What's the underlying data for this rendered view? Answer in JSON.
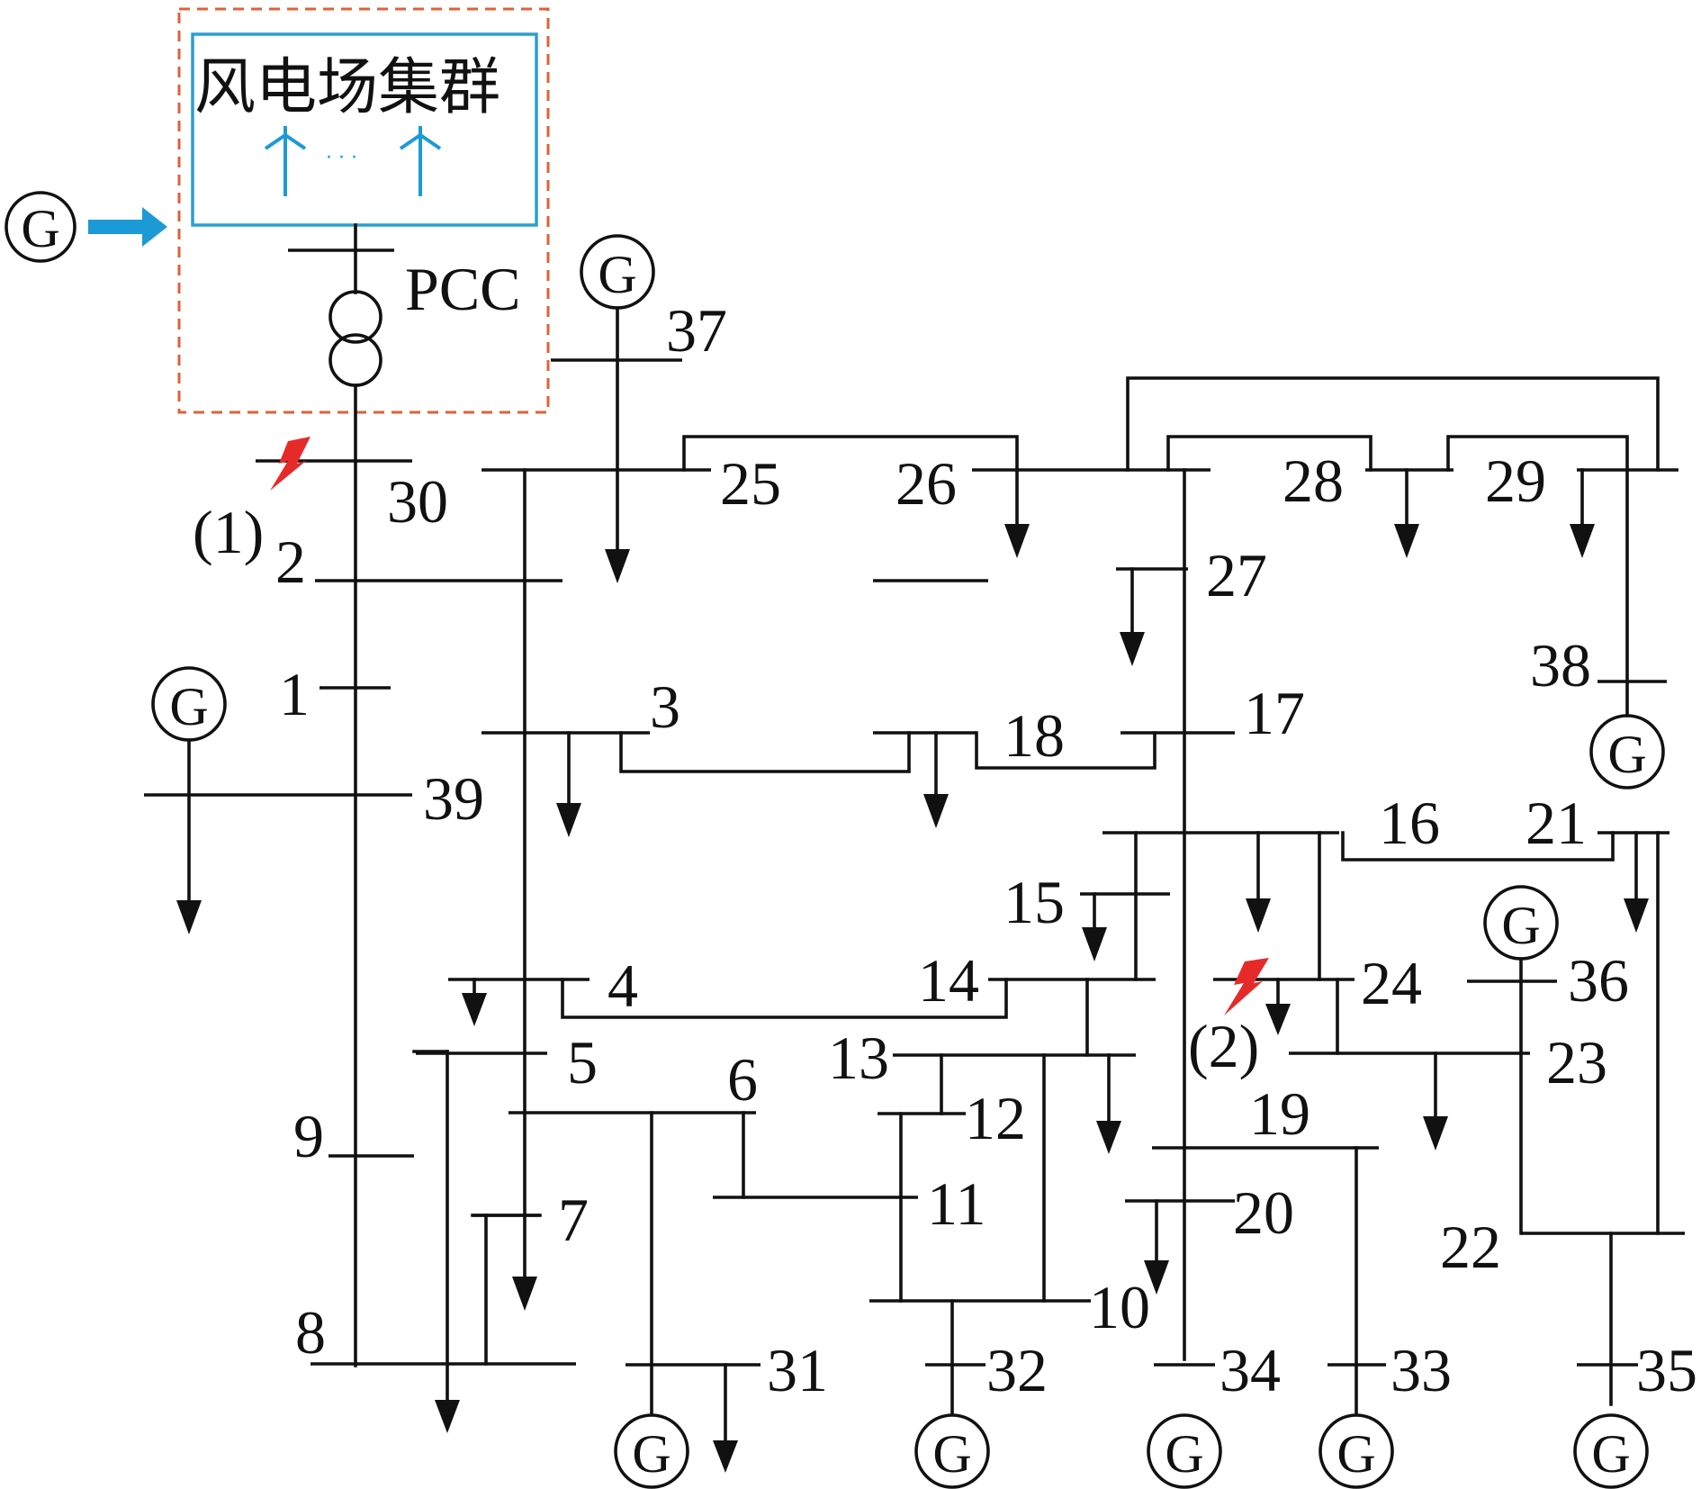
{
  "title": "风电场集群",
  "pcc_label": "PCC",
  "generator_symbol": "G",
  "ellipsis": "· · ·",
  "fault_labels": [
    "(1)",
    "(2)"
  ],
  "colors": {
    "line": "#111111",
    "wind_box": "#2a9fd0",
    "dashed_box": "#e0603a",
    "arrow": "#1c9ad6",
    "fault": "#e62a2a"
  },
  "buses": {
    "b1": "1",
    "b2": "2",
    "b3": "3",
    "b4": "4",
    "b5": "5",
    "b6": "6",
    "b7": "7",
    "b8": "8",
    "b9": "9",
    "b10": "10",
    "b11": "11",
    "b12": "12",
    "b13": "13",
    "b14": "14",
    "b15": "15",
    "b16": "16",
    "b17": "17",
    "b18": "18",
    "b19": "19",
    "b20": "20",
    "b21": "21",
    "b22": "22",
    "b23": "23",
    "b24": "24",
    "b25": "25",
    "b26": "26",
    "b27": "27",
    "b28": "28",
    "b29": "29",
    "b30": "30",
    "b31": "31",
    "b32": "32",
    "b33": "33",
    "b34": "34",
    "b35": "35",
    "b36": "36",
    "b37": "37",
    "b38": "38",
    "b39": "39"
  }
}
